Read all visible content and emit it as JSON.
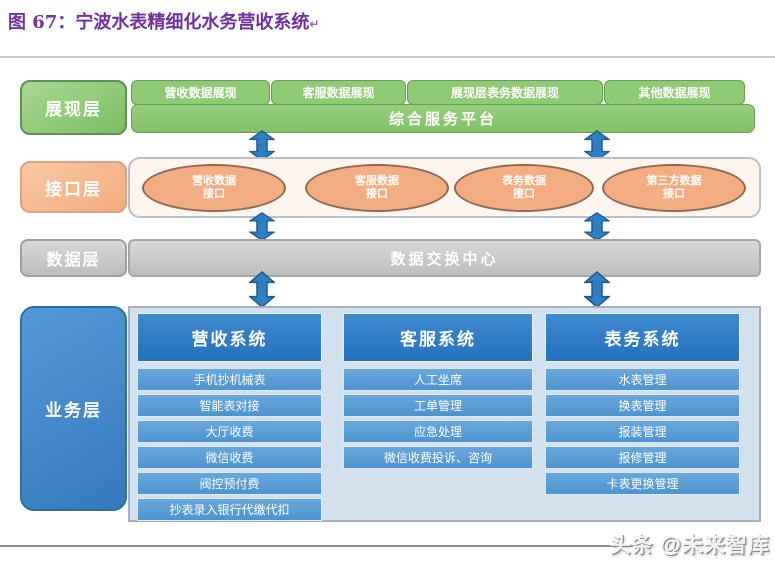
{
  "title": {
    "prefix": "图 67：",
    "text": "宁波水表精细化水务营收系统",
    "return_mark": "↵"
  },
  "colors": {
    "title_purple": "#7030a0",
    "layer_green": "#8fca74",
    "layer_orange": "#f4ad82",
    "layer_gray": "#c6c6c6",
    "layer_blue": "#3e86c9",
    "header_blue": "#2b79c4",
    "item_blue": "#5598d2",
    "arrow_blue": "#2f80c3",
    "business_panel_bg": "#d3e1ef"
  },
  "layers": {
    "presentation": {
      "label": "展现层",
      "boxes": [
        "营收数据展现",
        "客服数据展现",
        "展现层表务数据展现",
        "其他数据展现"
      ],
      "platform": "综合服务平台"
    },
    "interface": {
      "label": "接口层",
      "ellipses": [
        {
          "line1": "营收数据",
          "line2": "接口"
        },
        {
          "line1": "客服数据",
          "line2": "接口"
        },
        {
          "line1": "表务数据",
          "line2": "接口"
        },
        {
          "line1": "第三方数据",
          "line2": "接口"
        }
      ]
    },
    "data": {
      "label": "数据层",
      "center": "数据交换中心"
    },
    "business": {
      "label": "业务层",
      "columns": [
        {
          "header": "营收系统",
          "items": [
            "手机抄机械表",
            "智能表对接",
            "大厅收费",
            "微信收费",
            "阀控预付费",
            "抄表录入银行代缴代扣"
          ]
        },
        {
          "header": "客服系统",
          "items": [
            "人工坐席",
            "工单管理",
            "应急处理",
            "微信收费投诉、咨询"
          ]
        },
        {
          "header": "表务系统",
          "items": [
            "水表管理",
            "换表管理",
            "报装管理",
            "报修管理",
            "卡表更换管理"
          ]
        }
      ]
    }
  },
  "watermark": "头条 @未来智库"
}
